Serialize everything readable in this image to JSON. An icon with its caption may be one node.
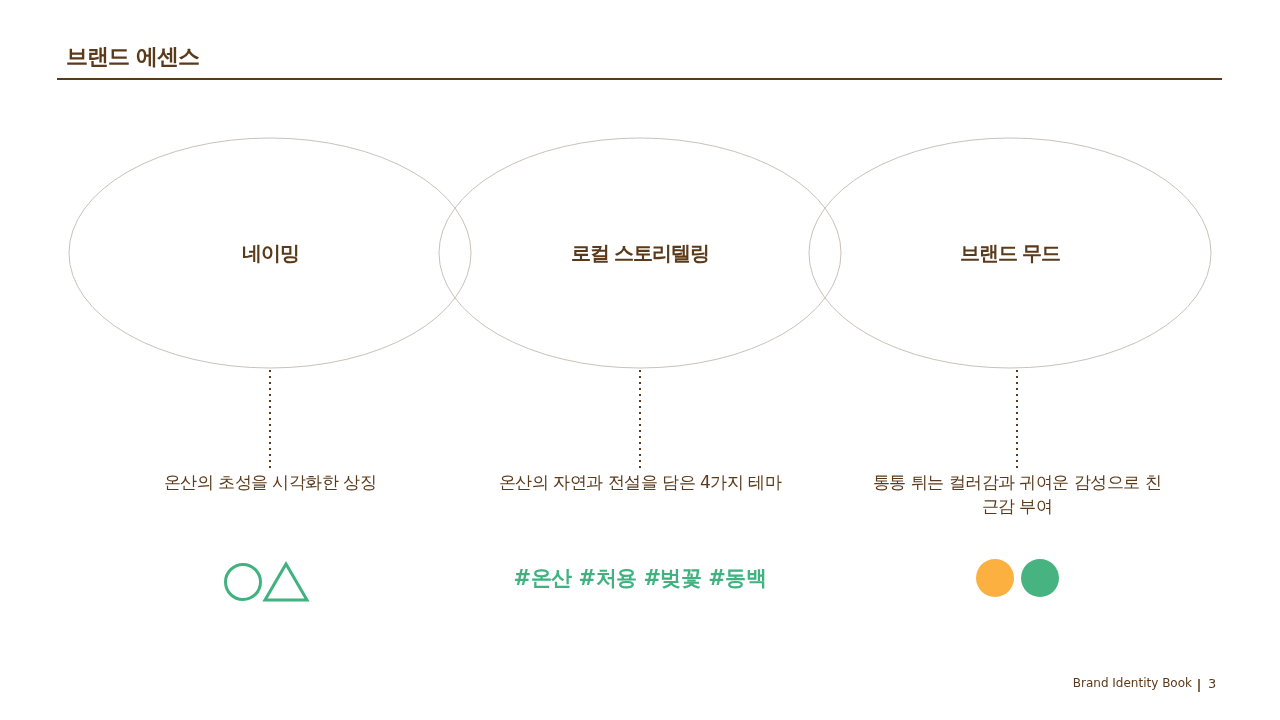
{
  "diagram": {
    "title": "브랜드 에센스",
    "nodes": [
      {
        "text": [
          "네이밍"
        ]
      },
      {
        "text": [
          "로컬 스토리텔링"
        ]
      },
      {
        "text": [
          "브랜드 무드"
        ]
      },
      {
        "text": [
          "온산의 초성을 시각화한 상징"
        ]
      },
      {
        "text": [
          "온산의 자연과 전설을 담은 4가지 테마"
        ]
      },
      {
        "text": [
          "통통 튀는 컬러감과 귀여운 감성으로 친근감 부여"
        ]
      }
    ],
    "edges": [
      {
        "from": 0,
        "to": 3,
        "arrow": "none",
        "style": "dashed"
      },
      {
        "from": 1,
        "to": 4,
        "arrow": "none",
        "style": "dashed"
      },
      {
        "from": 2,
        "to": 5,
        "arrow": "none",
        "style": "dashed"
      }
    ],
    "labels": [
      "#온산 #처용 #벚꽃 #동백",
      "Brand Identity Book",
      "3"
    ]
  }
}
